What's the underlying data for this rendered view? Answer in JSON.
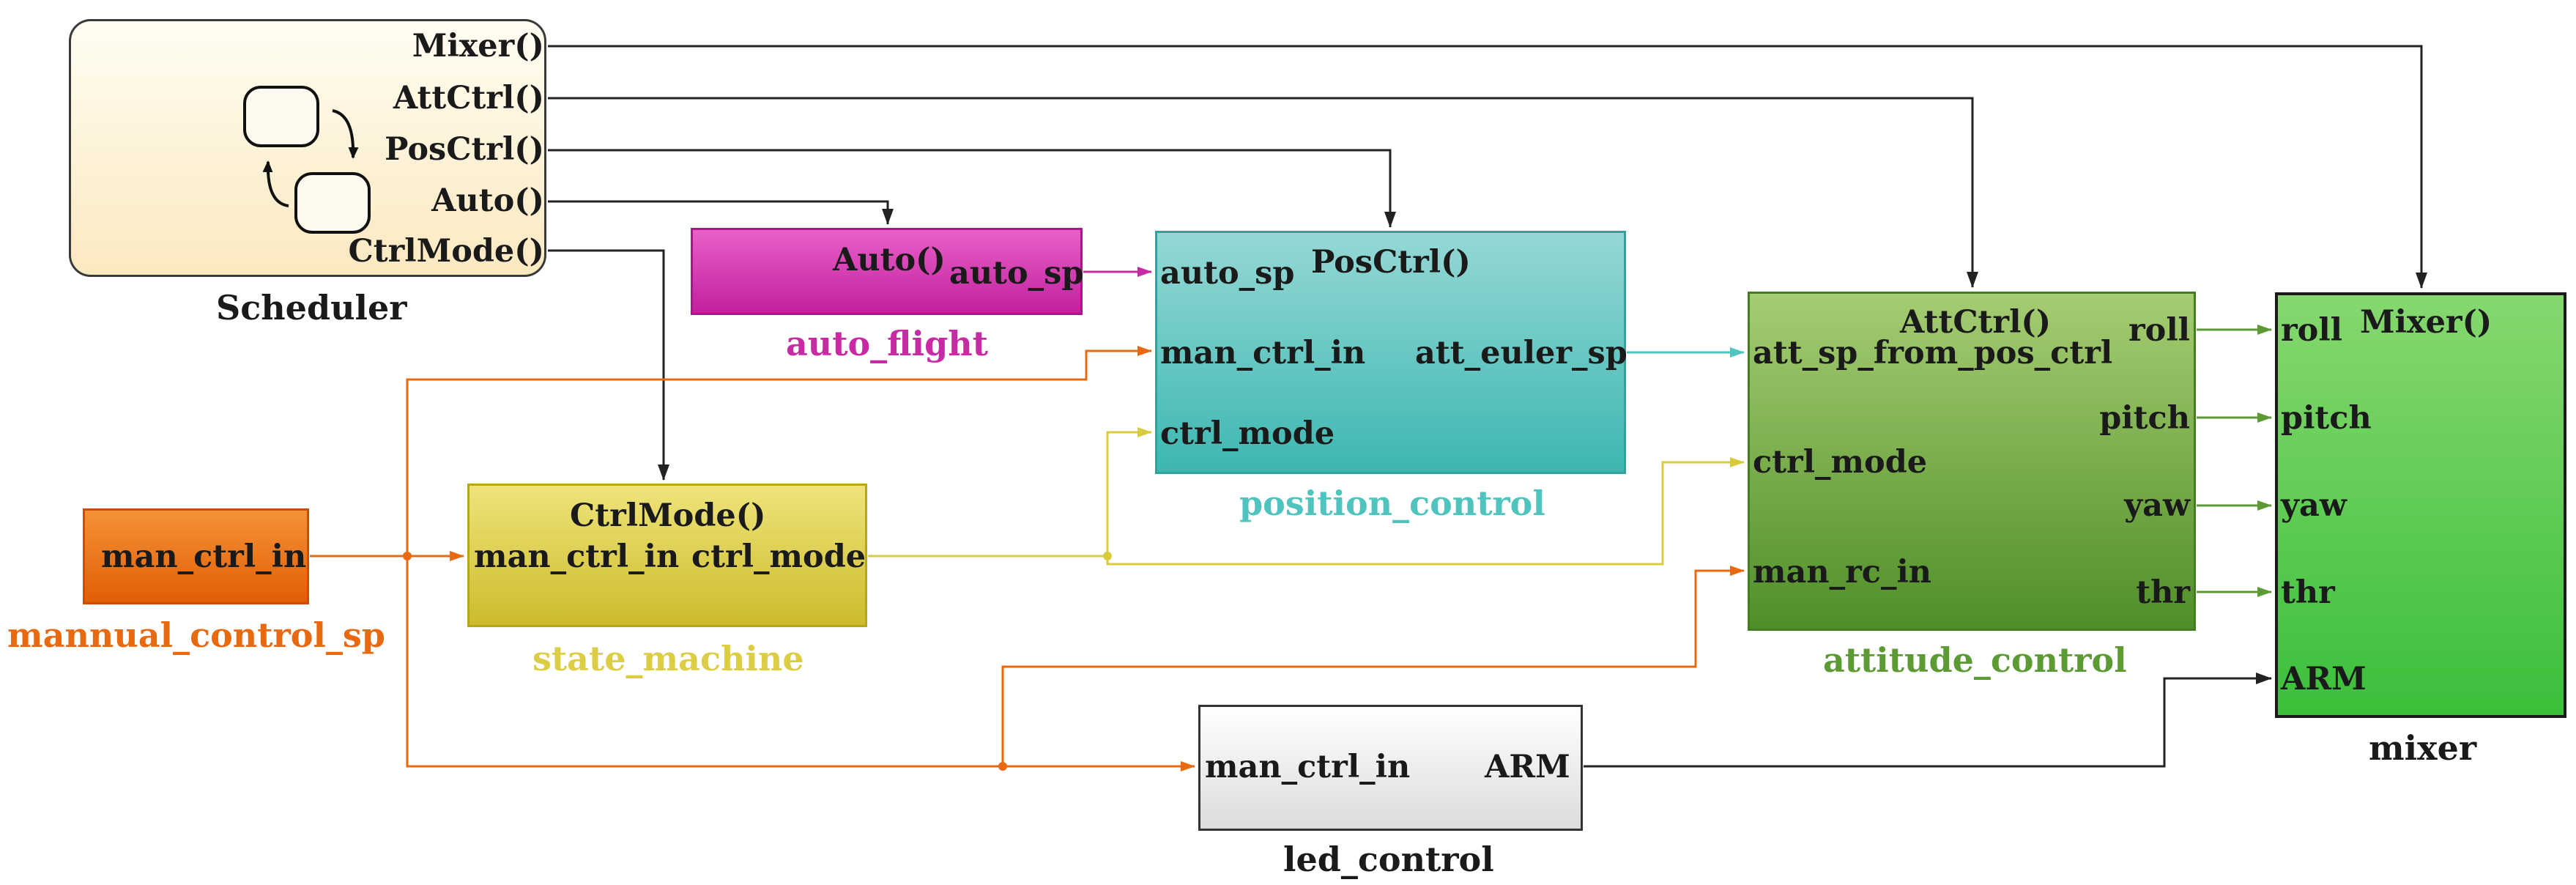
{
  "colors": {
    "auto_flight": "#c82aa4",
    "position_control": "#4fc3bd",
    "attitude_control": "#5c9a34",
    "mixer": "#4cc84c",
    "manual_control": "#e8690f",
    "state_machine": "#dccd45",
    "scheduler": "#fcefcf",
    "led_control": "#f0f0f0",
    "wire_default": "#222222",
    "wire_manual": "#e8690f",
    "wire_ctrl_mode": "#d8cc3c",
    "wire_att_sp": "#4fc3bd",
    "wire_attitude_out": "#5c9a34"
  },
  "scheduler": {
    "caption": "Scheduler",
    "ports": [
      "Mixer()",
      "AttCtrl()",
      "PosCtrl()",
      "Auto()",
      "CtrlMode()"
    ],
    "icon": "state-chart-icon"
  },
  "auto_flight": {
    "caption": "auto_flight",
    "trigger": "Auto()",
    "out_port": "auto_sp"
  },
  "position_control": {
    "caption": "position_control",
    "trigger": "PosCtrl()",
    "in_ports": [
      "auto_sp",
      "man_ctrl_in",
      "ctrl_mode"
    ],
    "out_port": "att_euler_sp"
  },
  "attitude_control": {
    "caption": "attitude_control",
    "trigger": "AttCtrl()",
    "in_ports": [
      "att_sp_from_pos_ctrl",
      "ctrl_mode",
      "man_rc_in"
    ],
    "out_ports": [
      "roll",
      "pitch",
      "yaw",
      "thr"
    ]
  },
  "mixer": {
    "caption": "mixer",
    "trigger": "Mixer()",
    "in_ports": [
      "roll",
      "pitch",
      "yaw",
      "thr",
      "ARM"
    ]
  },
  "manual_control": {
    "caption": "mannual_control_sp",
    "out_port": "man_ctrl_in"
  },
  "state_machine": {
    "caption": "state_machine",
    "trigger": "CtrlMode()",
    "in_port": "man_ctrl_in",
    "out_port": "ctrl_mode"
  },
  "led_control": {
    "caption": "led_control",
    "in_port": "man_ctrl_in",
    "out_port": "ARM"
  }
}
